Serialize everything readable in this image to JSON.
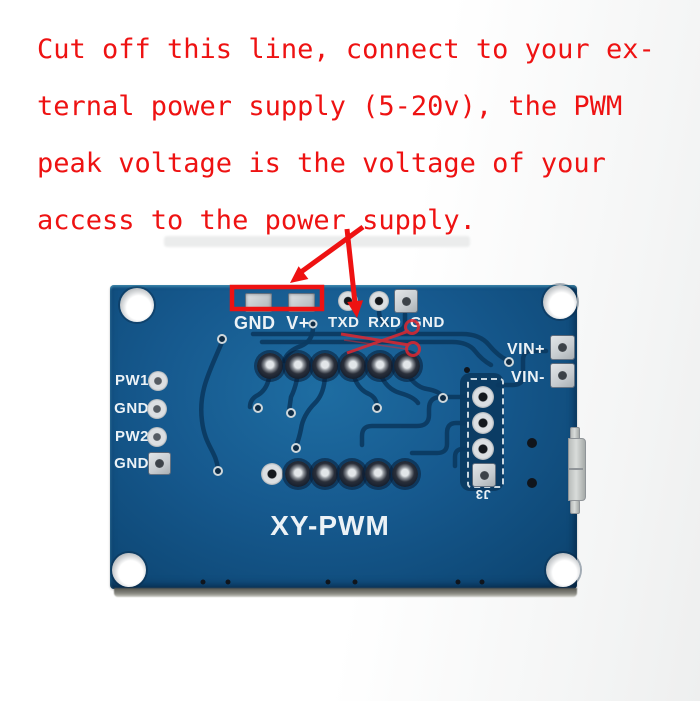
{
  "annotation": {
    "lines": [
      "Cut off this line, connect to your ex-",
      "ternal power supply (5-20v), the PWM",
      "peak voltage is the voltage of your",
      "access to the power supply."
    ]
  },
  "board": {
    "title": "XY-PWM",
    "power_pads": {
      "gnd": "GND",
      "vplus": "V+"
    },
    "serial": {
      "txd": "TXD",
      "rxd": "RXD",
      "gnd": "GND"
    },
    "left_pins": [
      "PW1",
      "GND",
      "PW2",
      "GND"
    ],
    "right_pins": [
      "VIN+",
      "VIN-"
    ],
    "connector": "J3"
  },
  "colors": {
    "red": "#ee1212",
    "board": "#16598e",
    "board_light": "#1e6da2",
    "board_dark": "#0e4876",
    "trace": "#0b3a61",
    "silk": "#ecf2f6",
    "silver": "#c8cdd1"
  }
}
